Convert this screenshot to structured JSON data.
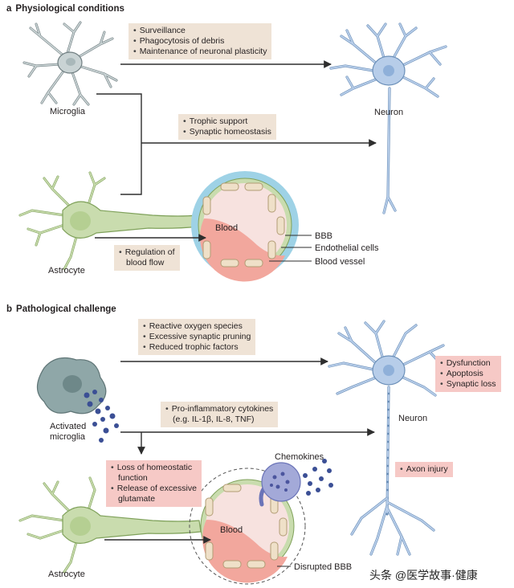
{
  "panel_a": {
    "letter": "a",
    "title": "Physiological conditions",
    "microglia_label": "Microglia",
    "astrocyte_label": "Astrocyte",
    "neuron_label": "Neuron",
    "box1": [
      "Surveillance",
      "Phagocytosis of debris",
      "Maintenance of neuronal plasticity"
    ],
    "box2": [
      "Trophic support",
      "Synaptic homeostasis"
    ],
    "box3": [
      "Regulation of",
      "blood flow"
    ],
    "blood_label": "Blood",
    "bbb_label": "BBB",
    "endothelial_label": "Endothelial cells",
    "vessel_label": "Blood vessel"
  },
  "panel_b": {
    "letter": "b",
    "title": "Pathological challenge",
    "microglia_label_1": "Activated",
    "microglia_label_2": "microglia",
    "astrocyte_label": "Astrocyte",
    "neuron_label": "Neuron",
    "box1": [
      "Reactive oxygen species",
      "Excessive synaptic pruning",
      "Reduced trophic factors"
    ],
    "box2": [
      "Pro-inflammatory cytokines",
      "(e.g. IL-1β, IL-8, TNF)"
    ],
    "box3": [
      "Loss of homeostatic",
      "function",
      "Release of excessive",
      "glutamate"
    ],
    "box4": [
      "Dysfunction",
      "Apoptosis",
      "Synaptic loss"
    ],
    "box5": [
      "Axon injury"
    ],
    "chemokines_label": "Chemokines",
    "blood_label": "Blood",
    "disrupted_label": "Disrupted BBB"
  },
  "watermark": "头条 @医学故事·健康",
  "colors": {
    "microglia": "#c9d3d4",
    "activated_microglia": "#8fa7a8",
    "neuron": "#b7cde9",
    "astrocyte": "#c9dcae",
    "vessel_outer": "#9ed2e6",
    "blood": "#f2a79d",
    "box_tan": "#efe3d6",
    "box_pink": "#f6c9c6",
    "chemokine_dots": "#3b4f95"
  }
}
